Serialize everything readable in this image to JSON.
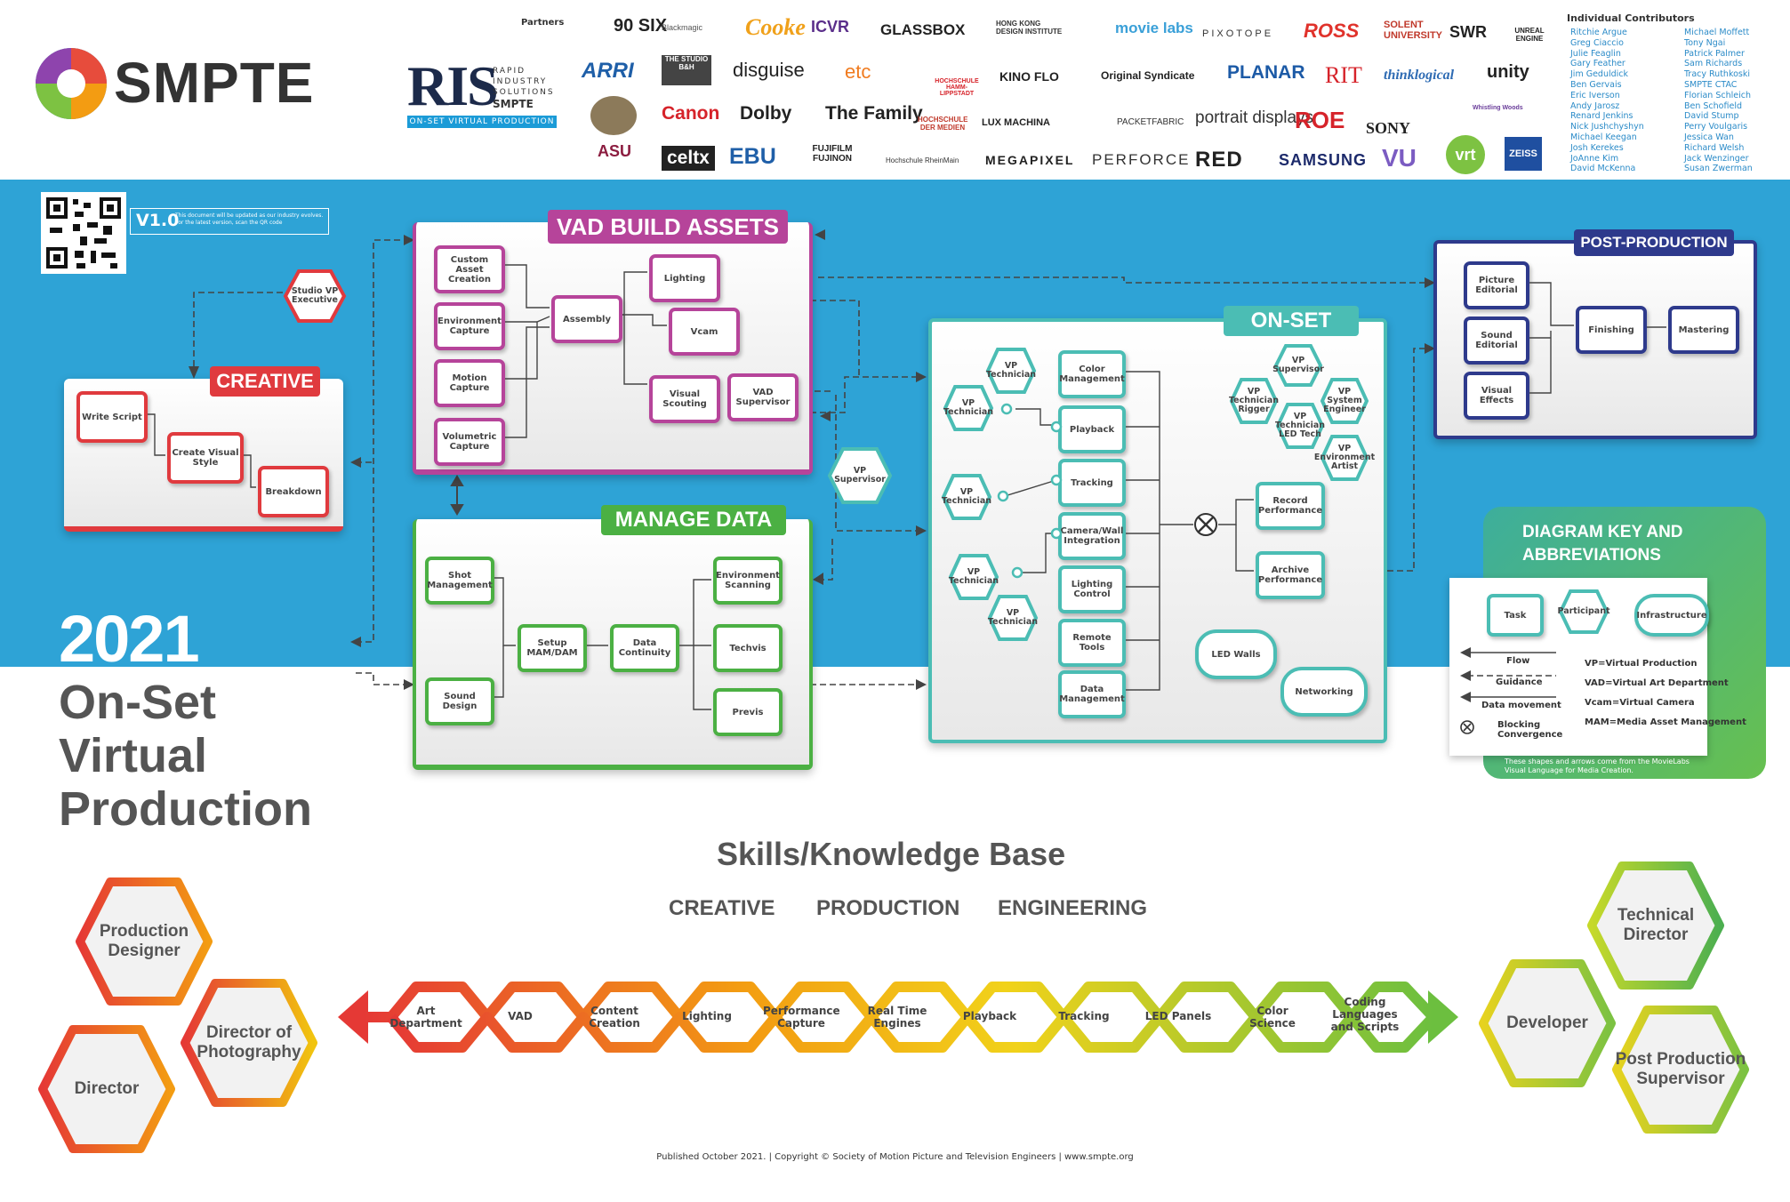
{
  "brand": {
    "name": "SMPTE"
  },
  "ris": {
    "big": "RIS",
    "small": "RAPID INDUSTRY SOLUTIONS",
    "smpte": "SMPTE",
    "bar": "ON-SET VIRTUAL PRODUCTION"
  },
  "partners": {
    "label": "Partners",
    "logos": [
      "90 SIX",
      "Blackmagic",
      "Cooke",
      "ICVR",
      "GLASSBOX",
      "HONG KONG DESIGN INSTITUTE",
      "movie labs",
      "PIXOTOPE",
      "ROSS",
      "SOLENT UNIVERSITY",
      "SWR",
      "UNREAL ENGINE",
      "ARRI",
      "THE STUDIO B&H",
      "disguise",
      "etc",
      "HOCHSCHULE HAMM-LIPPSTADT",
      "KINO FLO",
      "Original Syndicate",
      "PLANAR",
      "RIT",
      "thinklogical",
      "unity",
      "Canon",
      "Dolby",
      "The Family",
      "HOCHSCHULE DER MEDIEN",
      "LUX MACHINA",
      "PACKETFABRIC",
      "portrait displays",
      "ROE",
      "SONY",
      "Whistling Woods",
      "ASU",
      "celtx",
      "EBU",
      "FUJIFILM FUJINON",
      "Hochschule RheinMain",
      "MEGAPIXEL",
      "PERFORCE",
      "RED",
      "SAMSUNG",
      "VU",
      "vrt",
      "ZEISS"
    ]
  },
  "contributors": {
    "title": "Individual Contributors",
    "col1": [
      "Ritchie Argue",
      "Greg Ciaccio",
      "Julie Feaglin",
      "Gary Feather",
      "Jim Geduldick",
      "Ben Gervais",
      "Eric Iverson",
      "Andy Jarosz",
      "Renard Jenkins",
      "Nick Jushchyshyn",
      "Michael Keegan",
      "Josh Kerekes",
      "JoAnne Kim",
      "David McKenna"
    ],
    "col2": [
      "Michael Moffett",
      "Tony Ngai",
      "Patrick Palmer",
      "Sam Richards",
      "Tracy Ruthkoski",
      "SMPTE CTAC",
      "Florian Schleich",
      "Ben Schofield",
      "David Stump",
      "Perry Voulgaris",
      "Jessica Wan",
      "Richard Welsh",
      "Jack Wenzinger",
      "Susan Zwerman"
    ]
  },
  "version": {
    "label": "V1.0",
    "note": "This document will be updated as our industry evolves. For the latest version, scan the QR code"
  },
  "creative": {
    "title": "CREATIVE",
    "tasks": [
      "Write Script",
      "Create Visual Style",
      "Breakdown"
    ],
    "participant": "Studio VP Executive"
  },
  "vad": {
    "title": "VAD BUILD ASSETS",
    "tasks": [
      "Custom Asset Creation",
      "Environment Capture",
      "Motion Capture",
      "Volumetric Capture",
      "Assembly",
      "Lighting",
      "Vcam",
      "Visual Scouting",
      "VAD Supervisor"
    ]
  },
  "manage": {
    "title": "MANAGE DATA",
    "tasks": [
      "Shot Management",
      "Sound Design",
      "Setup MAM/DAM",
      "Data Continuity",
      "Environment Scanning",
      "Techvis",
      "Previs"
    ]
  },
  "vp_supervisor": "VP Supervisor",
  "onset": {
    "title": "ON-SET",
    "tasks": [
      "Color Management",
      "Playback",
      "Tracking",
      "Camera/Wall Integration",
      "Lighting Control",
      "Remote Tools",
      "Data Management",
      "Record Performance",
      "Archive Performance"
    ],
    "technicians": [
      "VP Technician",
      "VP Technician",
      "VP Technician",
      "VP Technician",
      "VP Technician"
    ],
    "crew": [
      "VP Supervisor",
      "VP Technician Rigger",
      "VP System Engineer",
      "VP Technician LED Tech",
      "VP Environment Artist"
    ],
    "infra": [
      "LED Walls",
      "Networking"
    ]
  },
  "post": {
    "title": "POST-PRODUCTION",
    "tasks": [
      "Picture Editorial",
      "Sound Editorial",
      "Visual Effects",
      "Finishing",
      "Mastering"
    ]
  },
  "key": {
    "title": "DIAGRAM KEY AND ABBREVIATIONS",
    "shapes": [
      "Task",
      "Participant",
      "Infrastructure"
    ],
    "arrows": [
      "Flow",
      "Guidance",
      "Data movement",
      "Blocking Convergence"
    ],
    "abbr": [
      "VP=Virtual Production",
      "VAD=Virtual Art Department",
      "Vcam=Virtual Camera",
      "MAM=Media Asset Management"
    ],
    "note": "These shapes and arrows come from the MovieLabs Visual Language for Media Creation."
  },
  "title": {
    "year": "2021",
    "lines": [
      "On-Set",
      "Virtual",
      "Production"
    ]
  },
  "skills": {
    "title": "Skills/Knowledge Base",
    "categories": [
      "CREATIVE",
      "PRODUCTION",
      "ENGINEERING"
    ],
    "chain": [
      "Art Department",
      "VAD",
      "Content Creation",
      "Lighting",
      "Performance Capture",
      "Real Time Engines",
      "Playback",
      "Tracking",
      "LED Panels",
      "Color Science",
      "Coding Languages and Scripts"
    ]
  },
  "roles": [
    "Production Designer",
    "Director of Photography",
    "Director",
    "Technical Director",
    "Developer",
    "Post Production Supervisor"
  ],
  "footer": "Published October 2021. | Copyright © Society of Motion Picture and Television Engineers | www.smpte.org",
  "colors": {
    "creative": "#e03a3e",
    "vad": "#b6449a",
    "manage": "#4bb043",
    "onset": "#4bbdb4",
    "post": "#2e3a8c",
    "band": "#2ea3d6"
  }
}
